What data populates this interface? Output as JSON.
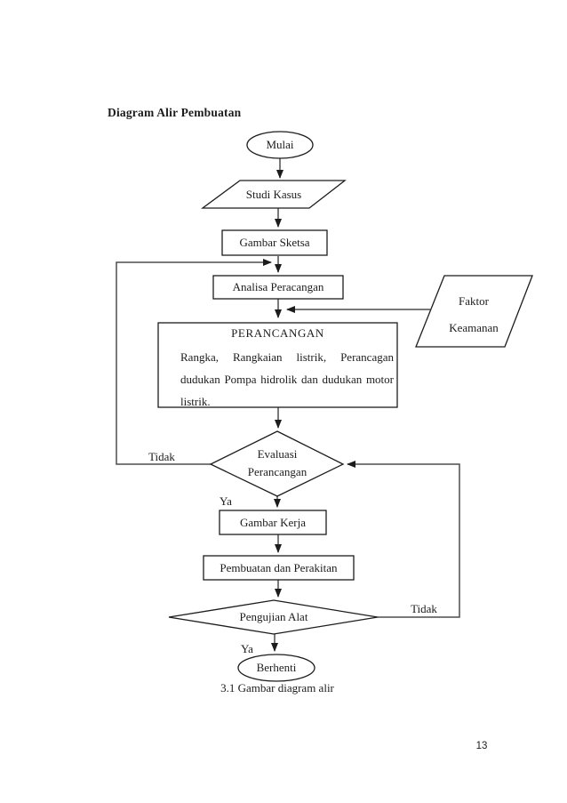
{
  "page": {
    "title": "Diagram Alir Pembuatan",
    "caption": "3.1 Gambar diagram alir",
    "page_number": "13",
    "background_color": "#ffffff"
  },
  "flowchart": {
    "colors": {
      "connector": "#4d4d4d",
      "shape_border": "#1c1c1c",
      "shape_fill": "#ffffff",
      "text": "#1c1c1c"
    },
    "nodes": {
      "mulai": {
        "shape": "terminator-oval",
        "label": "Mulai"
      },
      "studi_kasus": {
        "shape": "parallelogram",
        "label": "Studi Kasus"
      },
      "gambar_sketsa": {
        "shape": "process-rect",
        "label": "Gambar Sketsa"
      },
      "analisa_peracangan": {
        "shape": "process-rect",
        "label": "Analisa Peracangan"
      },
      "faktor_keamanan": {
        "shape": "parallelogram",
        "label": "Faktor\nKeamanan"
      },
      "perancangan": {
        "shape": "process-rect",
        "title": "PERANCANGAN",
        "body": "Rangka, Rangkaian listrik, Perancagan dudukan Pompa hidrolik dan dudukan motor listrik."
      },
      "evaluasi_perancangan": {
        "shape": "decision-diamond",
        "label": "Evaluasi\nPerancangan"
      },
      "gambar_kerja": {
        "shape": "process-rect",
        "label": "Gambar Kerja"
      },
      "pembuatan_perakitan": {
        "shape": "process-rect",
        "label": "Pembuatan dan Perakitan"
      },
      "pengujian_alat": {
        "shape": "decision-diamond",
        "label": "Pengujian Alat"
      },
      "berhenti": {
        "shape": "terminator-oval",
        "label": "Berhenti"
      }
    },
    "edge_labels": {
      "evaluasi_no": "Tidak",
      "evaluasi_yes": "Ya",
      "pengujian_no": "Tidak",
      "pengujian_yes": "Ya"
    }
  }
}
